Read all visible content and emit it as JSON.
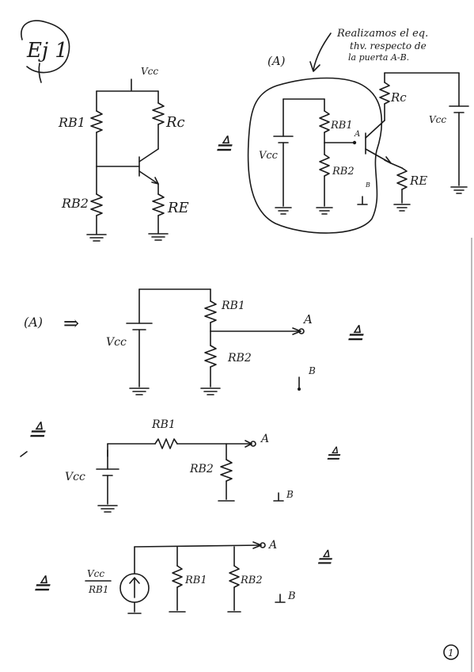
{
  "page": {
    "heading": "Ej 1",
    "page_number": "1"
  },
  "labels": {
    "vcc": "Vcc",
    "rb1": "RB1",
    "rb2": "RB2",
    "rc": "Rc",
    "re": "RE",
    "node_a": "A",
    "node_b": "B",
    "region": "(A)",
    "ref_a": "(A)",
    "arrow": "⇒",
    "equiv": "≜",
    "vcc_over_rb1_num": "Vcc",
    "vcc_over_rb1_den": "RB1"
  },
  "note": {
    "line1": "Realizamos el eq.",
    "line2": "thv. respecto de",
    "line3": "la puerta A-B."
  }
}
